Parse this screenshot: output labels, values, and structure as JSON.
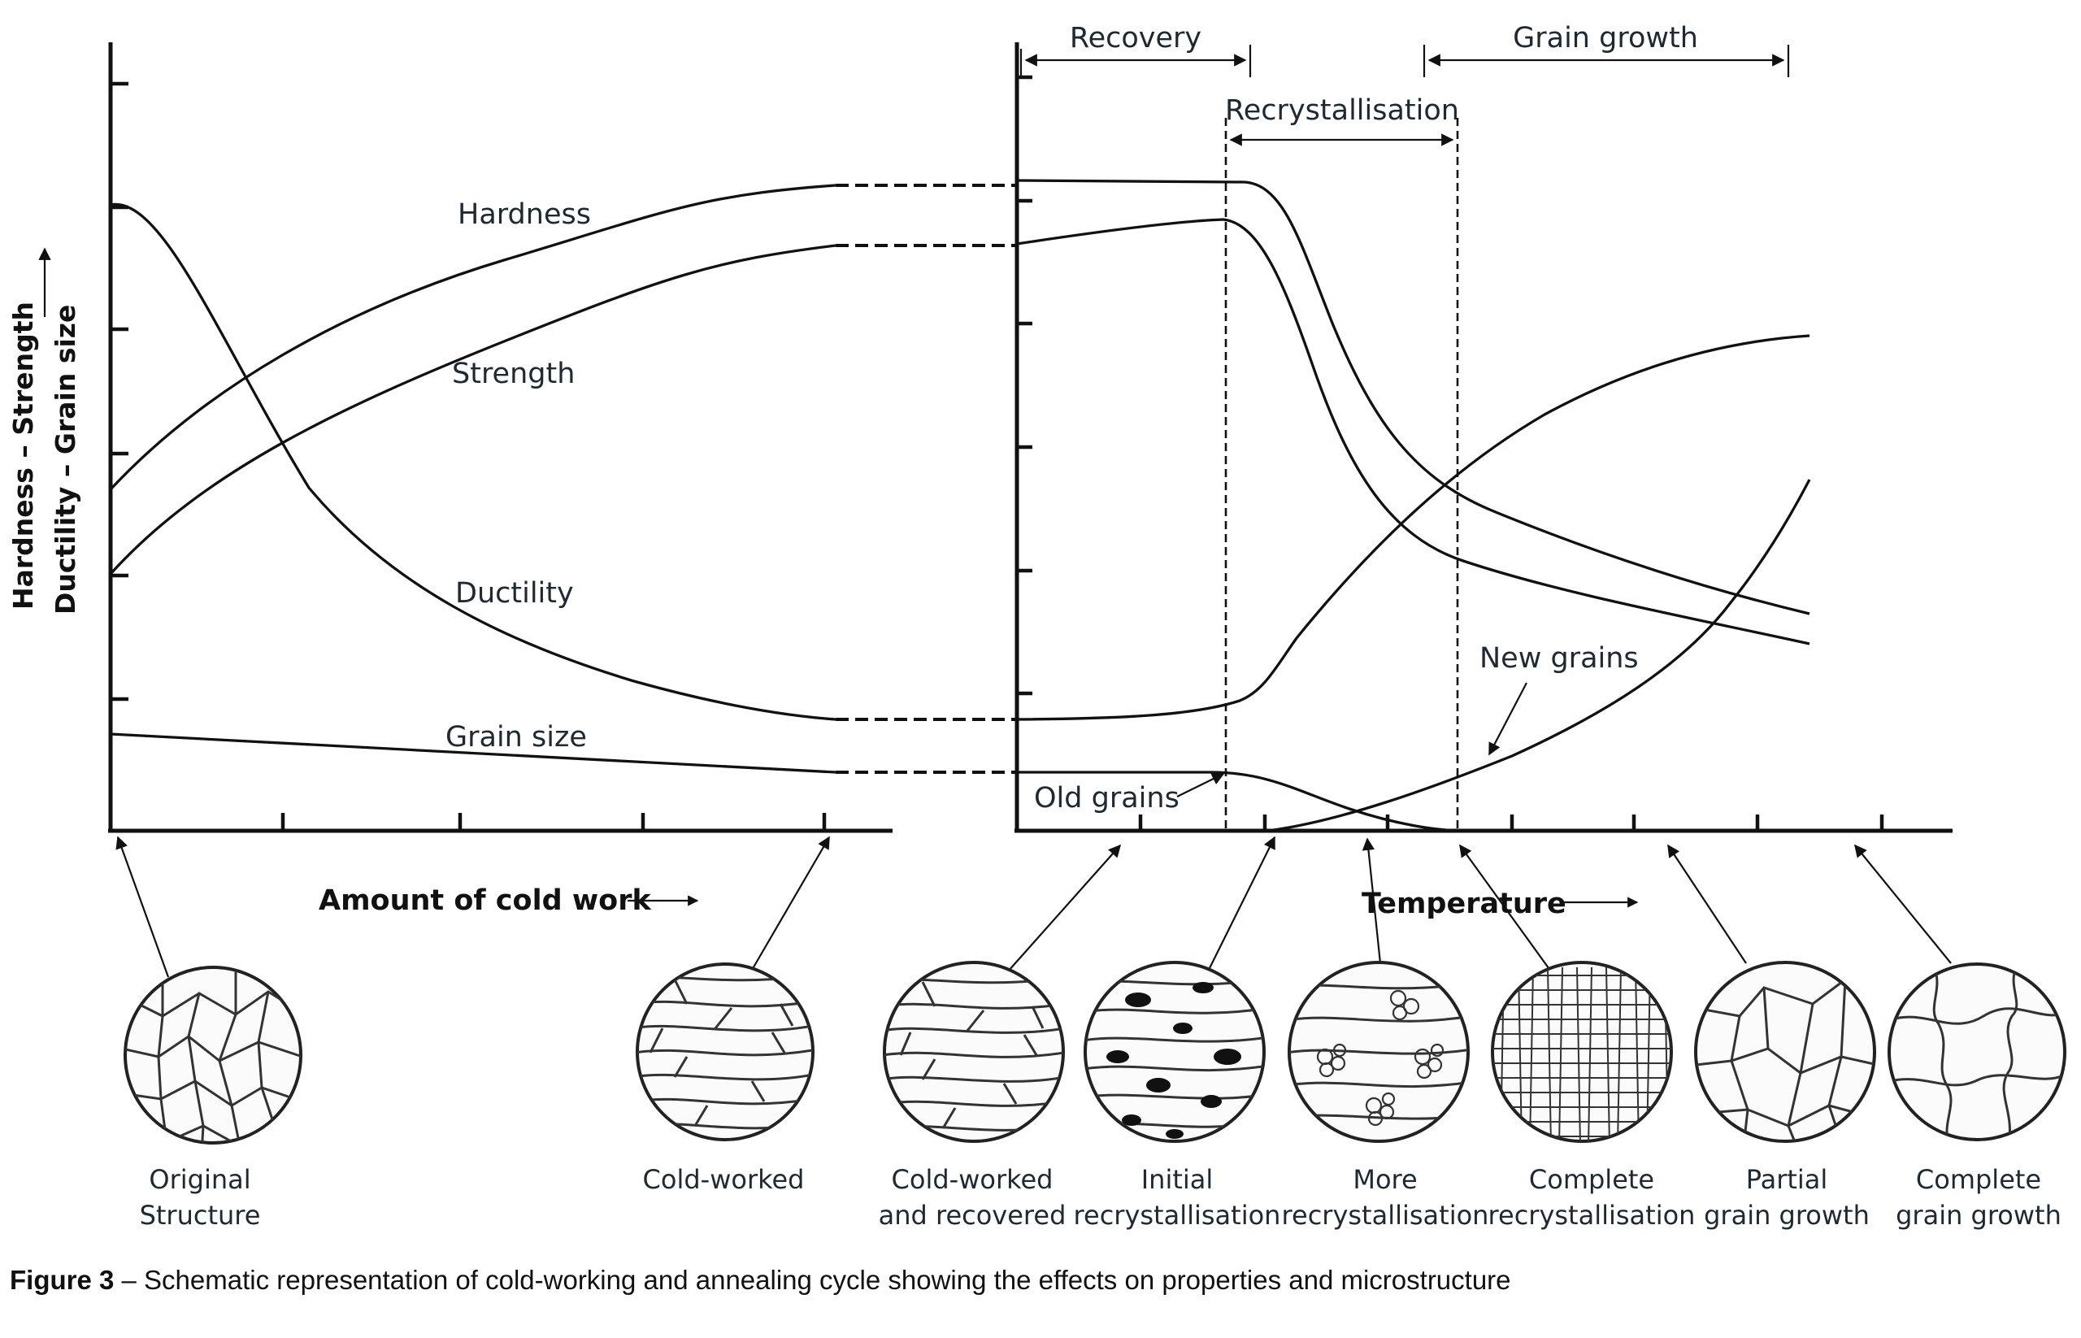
{
  "figure": {
    "left_axis_label": "Amount of cold work",
    "right_axis_label": "Temperature",
    "y_axis_label_line1": "Hardness – Strength",
    "y_axis_label_line2": "Ductility – Grain size"
  },
  "curve_labels": {
    "hardness": "Hardness",
    "strength": "Strength",
    "ductility": "Ductility",
    "grain_size": "Grain size",
    "old_grains": "Old grains",
    "new_grains": "New grains"
  },
  "stages": {
    "recovery": "Recovery",
    "recrystallisation": "Recrystallisation",
    "grain_growth": "Grain growth"
  },
  "microstructures": [
    {
      "line1": "Original",
      "line2": "Structure"
    },
    {
      "line1": "Cold-worked",
      "line2": ""
    },
    {
      "line1": "Cold-worked",
      "line2": "and recovered"
    },
    {
      "line1": "Initial",
      "line2": "recrystallisation"
    },
    {
      "line1": "More",
      "line2": "recrystallisation"
    },
    {
      "line1": "Complete",
      "line2": "recrystallisation"
    },
    {
      "line1": "Partial",
      "line2": "grain growth"
    },
    {
      "line1": "Complete",
      "line2": "grain growth"
    }
  ],
  "caption": {
    "label": "Figure 3",
    "text": " – Schematic representation of cold-working and annealing cycle showing the effects on properties and microstructure"
  }
}
